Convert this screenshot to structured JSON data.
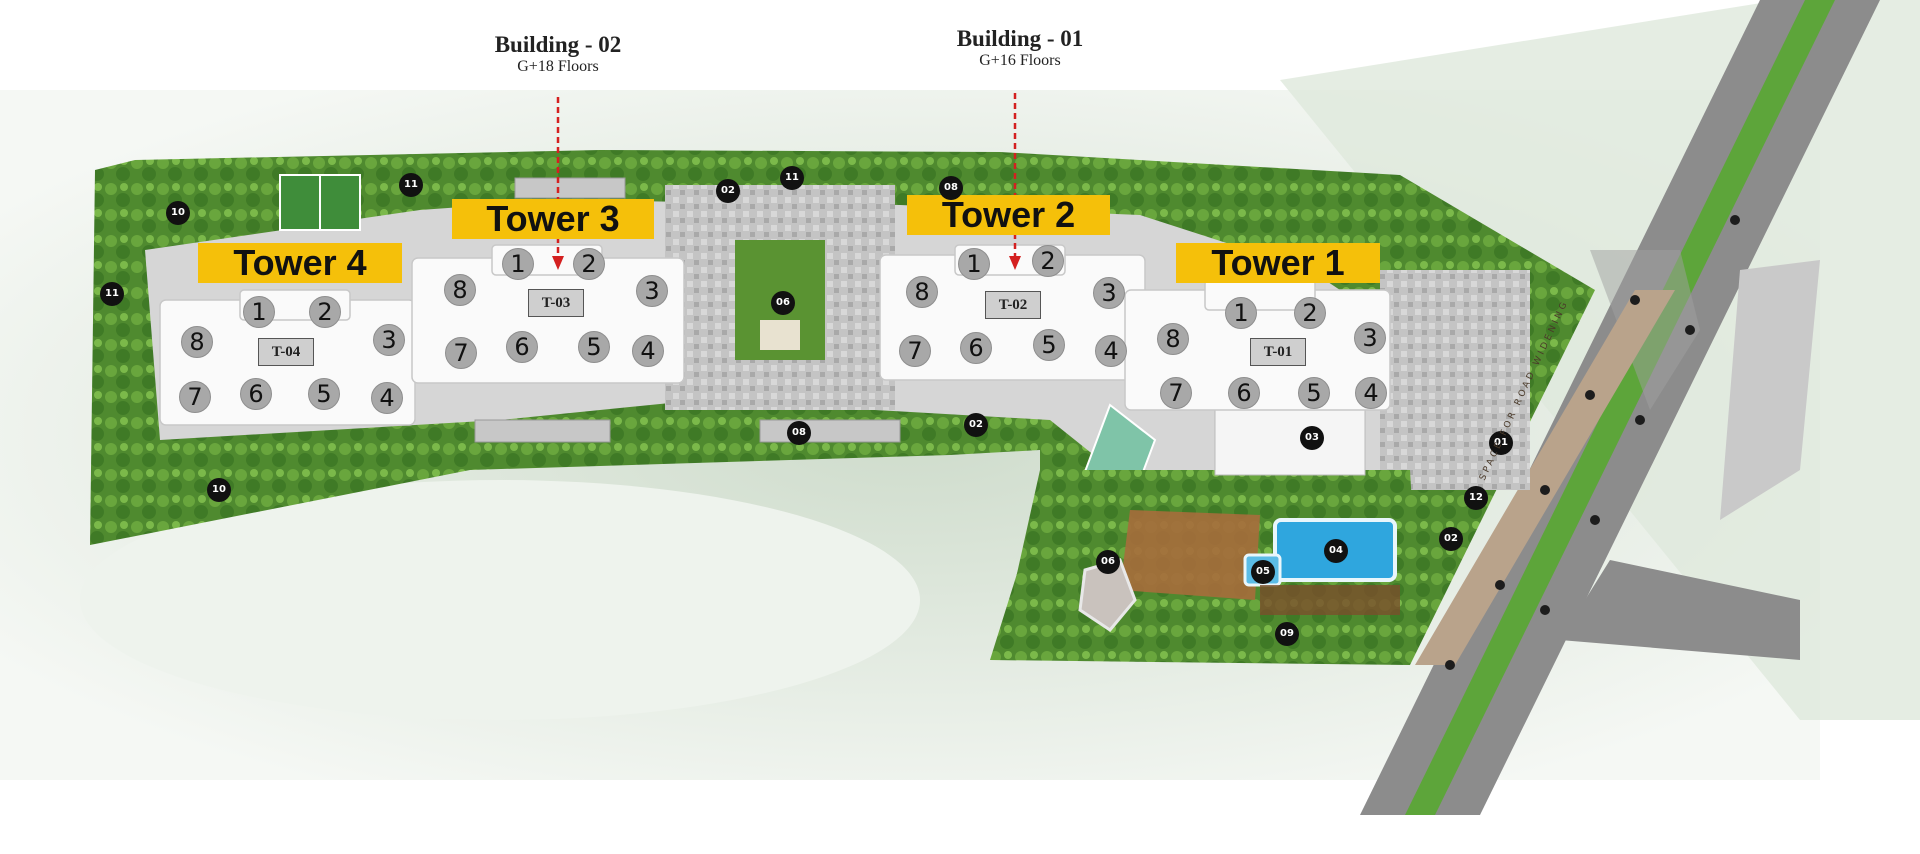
{
  "buildings": [
    {
      "name": "Building - 02",
      "floors": "G+18 Floors"
    },
    {
      "name": "Building - 01",
      "floors": "G+16 Floors"
    }
  ],
  "towers": [
    {
      "label": "Tower 4",
      "code": "T-04"
    },
    {
      "label": "Tower 3",
      "code": "T-03"
    },
    {
      "label": "Tower 2",
      "code": "T-02"
    },
    {
      "label": "Tower 1",
      "code": "T-01"
    }
  ],
  "units": [
    "1",
    "2",
    "3",
    "4",
    "5",
    "6",
    "7",
    "8"
  ],
  "amenity_markers": [
    "01",
    "02",
    "03",
    "04",
    "05",
    "06",
    "08",
    "09",
    "10",
    "11",
    "12"
  ],
  "road_label": "SPACE FOR ROAD WIDENING",
  "colors": {
    "tower_label_bg": "#f5c00a",
    "landscape_green": "#5e9a3a",
    "paving_grey": "#b9b9b9",
    "building_white": "#fafafa",
    "pool_blue": "#2fa6de",
    "pointer_red": "#d42020",
    "marker_black": "#111111"
  }
}
